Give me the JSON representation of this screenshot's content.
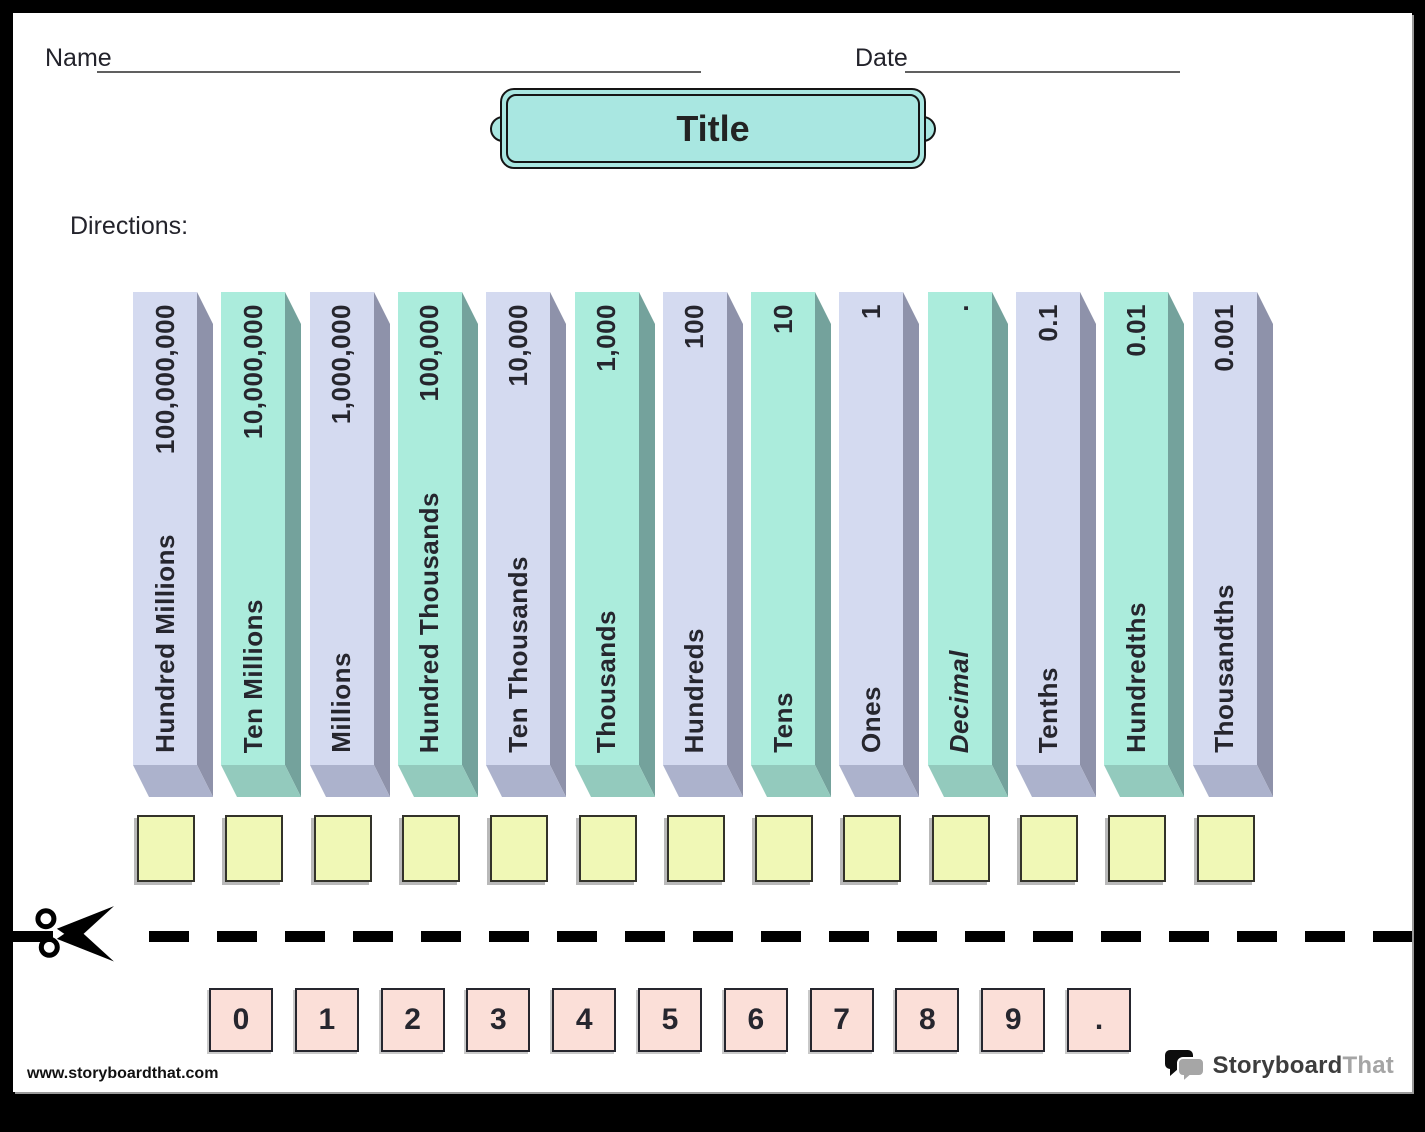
{
  "header": {
    "name_label": "Name",
    "date_label": "Date",
    "title": "Title",
    "directions_label": "Directions:"
  },
  "place_value_columns": [
    {
      "value": "100,000,000",
      "label": "Hundred Millions",
      "color": "lavender"
    },
    {
      "value": "10,000,000",
      "label": "Ten Millions",
      "color": "mint"
    },
    {
      "value": "1,000,000",
      "label": "Millions",
      "color": "lavender"
    },
    {
      "value": "100,000",
      "label": "Hundred Thousands",
      "color": "mint"
    },
    {
      "value": "10,000",
      "label": "Ten Thousands",
      "color": "lavender"
    },
    {
      "value": "1,000",
      "label": "Thousands",
      "color": "mint"
    },
    {
      "value": "100",
      "label": "Hundreds",
      "color": "lavender"
    },
    {
      "value": "10",
      "label": "Tens",
      "color": "mint"
    },
    {
      "value": "1",
      "label": "Ones",
      "color": "lavender"
    },
    {
      "value": ".",
      "label": "Decimal",
      "color": "mint",
      "italic": true
    },
    {
      "value": "0.1",
      "label": "Tenths",
      "color": "lavender"
    },
    {
      "value": "0.01",
      "label": "Hundredths",
      "color": "mint"
    },
    {
      "value": "0.001",
      "label": "Thousandths",
      "color": "lavender"
    }
  ],
  "answer_boxes": [
    "",
    "",
    "",
    "",
    "",
    "",
    "",
    "",
    "",
    "",
    "",
    "",
    ""
  ],
  "digit_tiles": [
    "0",
    "1",
    "2",
    "3",
    "4",
    "5",
    "6",
    "7",
    "8",
    "9",
    "."
  ],
  "footer": {
    "website": "www.storyboardthat.com",
    "logo_text_primary": "Storyboard",
    "logo_text_secondary": "That"
  },
  "colors": {
    "lavender_front": "#d4daf0",
    "lavender_side": "#8e92aa",
    "lavender_bottom": "#acb2cc",
    "mint_front": "#abecdc",
    "mint_side": "#74a29c",
    "mint_bottom": "#93cabd",
    "answer_box": "#f0f8b6",
    "digit_tile": "#fbdfd8",
    "banner": "#a9e7e1"
  }
}
